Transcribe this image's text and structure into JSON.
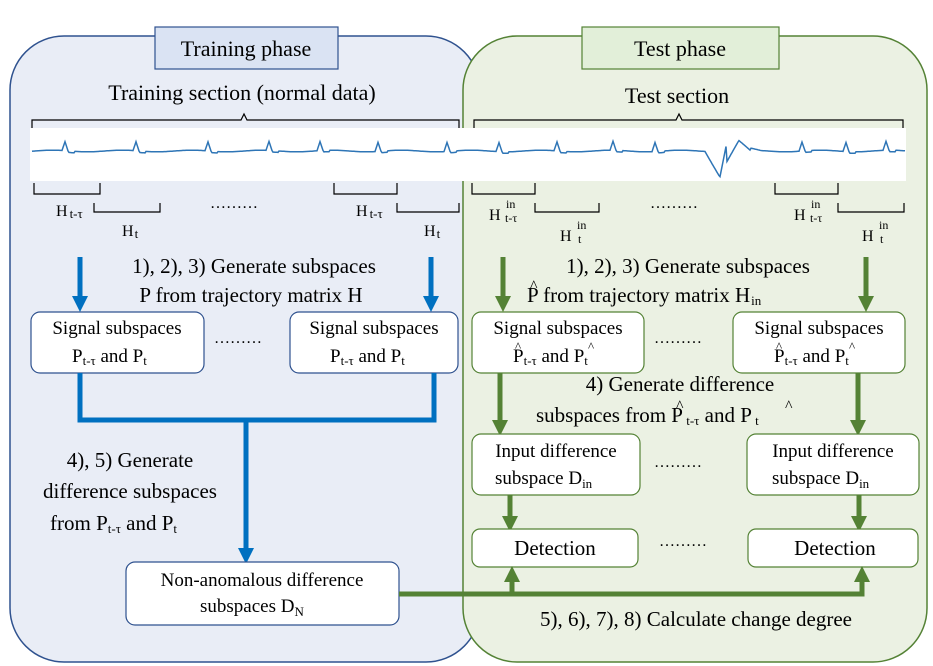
{
  "training": {
    "phase_label": "Training phase",
    "section_label": "Training section (normal data)",
    "h_left": "H",
    "h_left_sub": "t-τ",
    "h_right": "H",
    "h_right_sub": "t",
    "dots": "………",
    "step_123_line1": "1), 2), 3) Generate subspaces",
    "step_123_line2_a": "P from trajectory matrix H",
    "signal_box_line1": "Signal  subspaces",
    "signal_box_p1": "P",
    "signal_box_sub1": "t-τ",
    "signal_box_and": " and P",
    "signal_box_sub2": "t",
    "step_45_line1": "4), 5) Generate",
    "step_45_line2": "difference subspaces",
    "step_45_line3_a": "from P",
    "step_45_line3_sub1": "t-τ",
    "step_45_line3_b": " and P",
    "step_45_line3_sub2": "t",
    "nonanomalous_line1": "Non-anomalous difference",
    "nonanomalous_line2": "subspaces D",
    "nonanomalous_sub": "N"
  },
  "test": {
    "phase_label": "Test phase",
    "section_label": "Test section",
    "h_sup": "in",
    "h_sub_left": "t-τ",
    "h_sub_right": "t",
    "h_letter": "H",
    "dots": "………",
    "step_123_line1": "1), 2), 3) Generate subspaces",
    "step_123_line2_a": "P from trajectory matrix H",
    "step_123_line2_sub": "in",
    "hat": "^",
    "signal_box_line1": "Signal  subspaces",
    "signal_box_p": "P",
    "signal_box_sub1": "t-τ",
    "signal_box_and": " and ",
    "signal_box_sub2": "t",
    "step_4_line1": "4) Generate difference",
    "step_4_line2_a": "subspaces from P",
    "step_4_line2_sub1": " t-τ",
    "step_4_line2_b": " and P",
    "step_4_line2_sub2": " t",
    "diff_box_line1": "Input difference",
    "diff_box_line2": "subspace D",
    "diff_box_sub": "in",
    "detection_label": "Detection",
    "step_5678": "5), 6), 7), 8) Calculate change degree"
  },
  "colors": {
    "training_bg": "#e9edf6",
    "training_border": "#2f528f",
    "training_label_bg": "#dae3f3",
    "test_bg": "#ebf1e3",
    "test_border": "#548235",
    "test_label_bg": "#e2efd9",
    "blue_arrow": "#0070c0",
    "green_arrow": "#548235",
    "signal_line": "#2e75b6"
  }
}
